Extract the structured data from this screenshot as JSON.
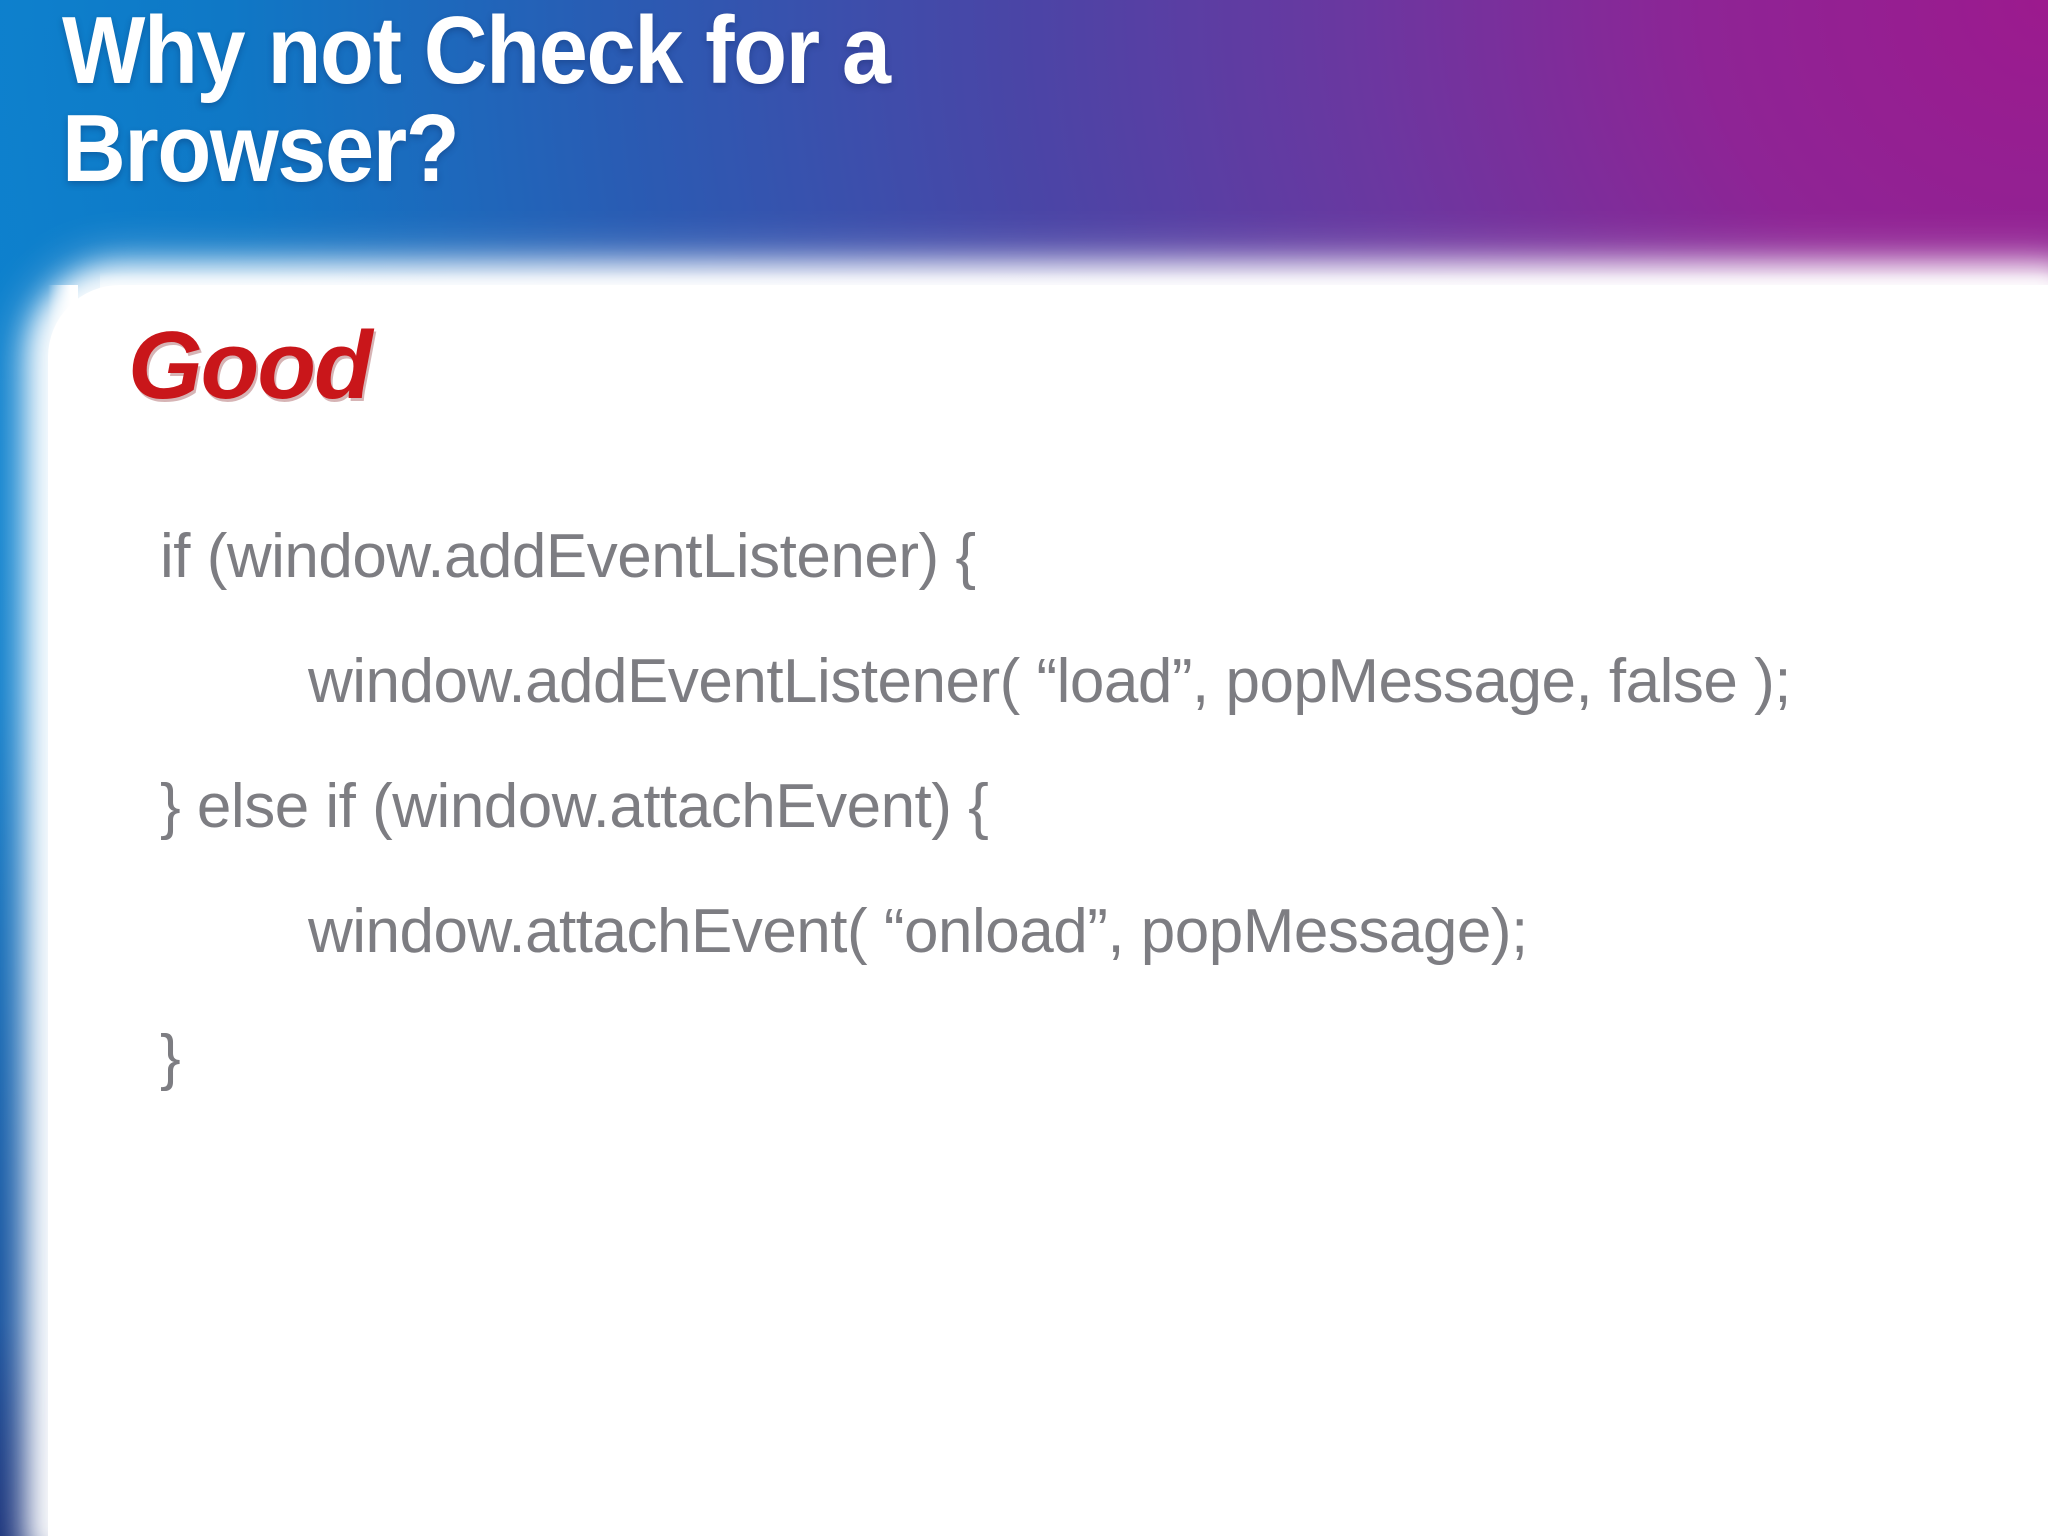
{
  "slide": {
    "title": "Why not Check for a\nBrowser?",
    "title_color": "#ffffff",
    "background": {
      "from": "#0d86d2",
      "to": "#9c1a8e",
      "bottom": "#123a8a"
    }
  },
  "content": {
    "label": "Good",
    "label_color": "#c9161a",
    "code_color": "#7d7d82",
    "code_lines": [
      {
        "text": "if (window.addEventListener) {",
        "indent": false
      },
      {
        "text": "window.addEventListener( “load”, popMessage, false );",
        "indent": true
      },
      {
        "text": "} else if (window.attachEvent) {",
        "indent": false
      },
      {
        "text": "window.attachEvent( “onload”, popMessage);",
        "indent": true
      },
      {
        "text": "}",
        "indent": false
      }
    ]
  }
}
